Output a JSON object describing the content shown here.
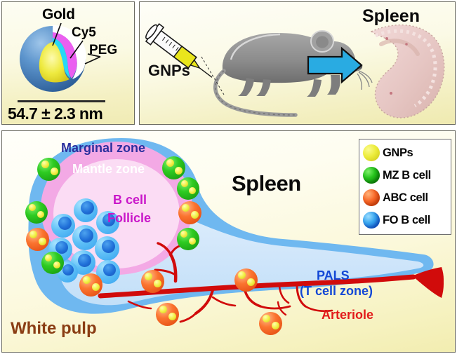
{
  "figure": {
    "panels": {
      "nanoparticle": {
        "labels": {
          "gold": "Gold",
          "cy5": "Cy5",
          "peg": "PEG"
        },
        "size_text": "54.7 ± 2.3 nm",
        "colors": {
          "core": "#ecec3b",
          "cy5_shell": "#ea5ff0",
          "inner_shell": "#27d8f5",
          "peg_shell": "#4a84c4"
        }
      },
      "animal_study": {
        "injection_label": "GNPs",
        "organ_label": "Spleen",
        "arrow_color": "#29abe2",
        "mouse_color": "#8f8f8f",
        "spleen_color": "#e7c7c4"
      },
      "white_pulp": {
        "title": "Spleen",
        "zone_labels": {
          "marginal": "Marginal zone",
          "mantle": "Mantle zone",
          "follicle_line1": "B cell",
          "follicle_line2": "Follicle",
          "pals_line1": "PALS",
          "pals_line2": "(T cell zone)",
          "arteriole": "Arteriole",
          "white_pulp": "White pulp"
        },
        "zone_colors": {
          "marginal": "#6fb8f0",
          "mantle": "#f3a9e5",
          "follicle": "#fbdcf4",
          "pals": "#cfe6fb",
          "arteriole": "#d10b0b",
          "marginal_text": "#2b2f9e",
          "mantle_text": "#ffffff",
          "follicle_text": "#c916c9",
          "pals_text": "#1348d6",
          "white_pulp_text": "#8a3d14"
        },
        "legend": {
          "items": [
            {
              "label": "GNPs",
              "color": "#ecec3b",
              "swatch": "sw-gnp"
            },
            {
              "label": "MZ B cell",
              "color": "#25c41c",
              "swatch": "sw-mz"
            },
            {
              "label": "ABC cell",
              "color": "#f96a2a",
              "swatch": "sw-abc"
            },
            {
              "label": "FO B cell",
              "color": "#1f6fd8",
              "swatch": "sw-fo"
            }
          ]
        }
      }
    }
  }
}
